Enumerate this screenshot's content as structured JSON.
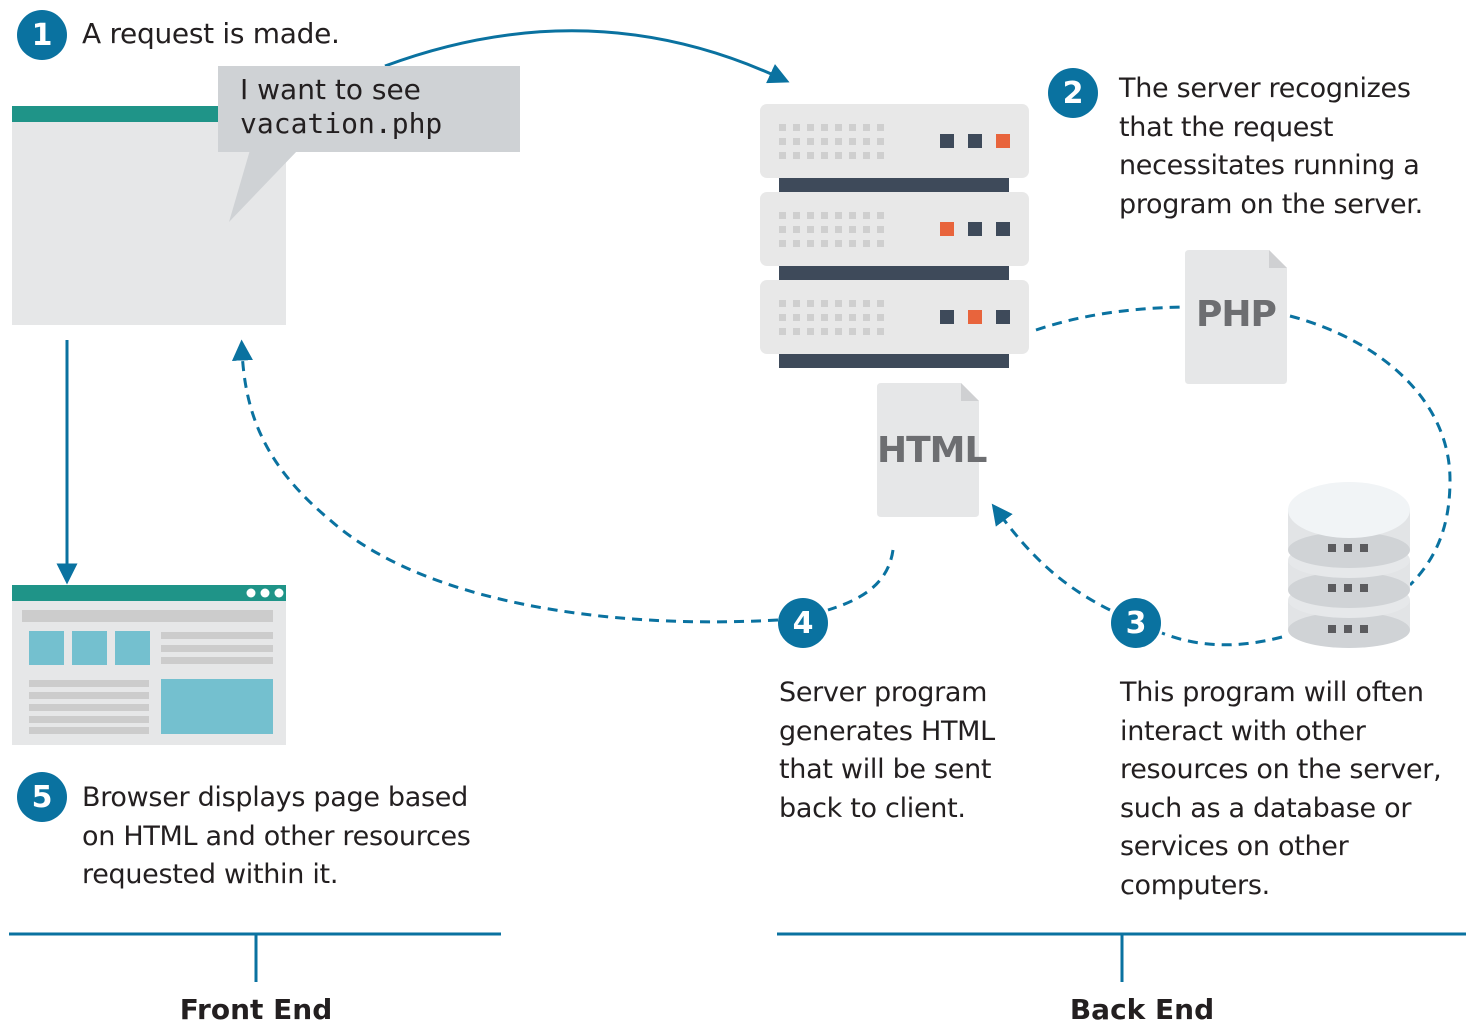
{
  "colors": {
    "accent_blue": "#0a72a0",
    "browser_bar": "#1f9488",
    "panel_gray": "#e6e7e8",
    "block_gray": "#cccccc",
    "image_blue": "#74c0cf",
    "server_dark": "#3e4a5a",
    "led_orange": "#e8643c",
    "file_text": "#6d6e71"
  },
  "steps": [
    {
      "number": "1",
      "text": "A request is made."
    },
    {
      "number": "2",
      "text": "The server recognizes\nthat the request\nnecessitates running a\nprogram on the server."
    },
    {
      "number": "3",
      "text": "This program will often\ninteract with other\nresources on the server,\nsuch as a database or\nservices on other\ncomputers."
    },
    {
      "number": "4",
      "text": "Server program\ngenerates HTML\nthat will be sent\nback to client."
    },
    {
      "number": "5",
      "text": "Browser displays page based\non HTML and other resources\nrequested within it."
    }
  ],
  "speech_bubble": {
    "line1": "I want to see",
    "line2": "vacation.php"
  },
  "files": {
    "php": "PHP",
    "html": "HTML"
  },
  "sections": {
    "front_end": "Front End",
    "back_end": "Back End"
  }
}
